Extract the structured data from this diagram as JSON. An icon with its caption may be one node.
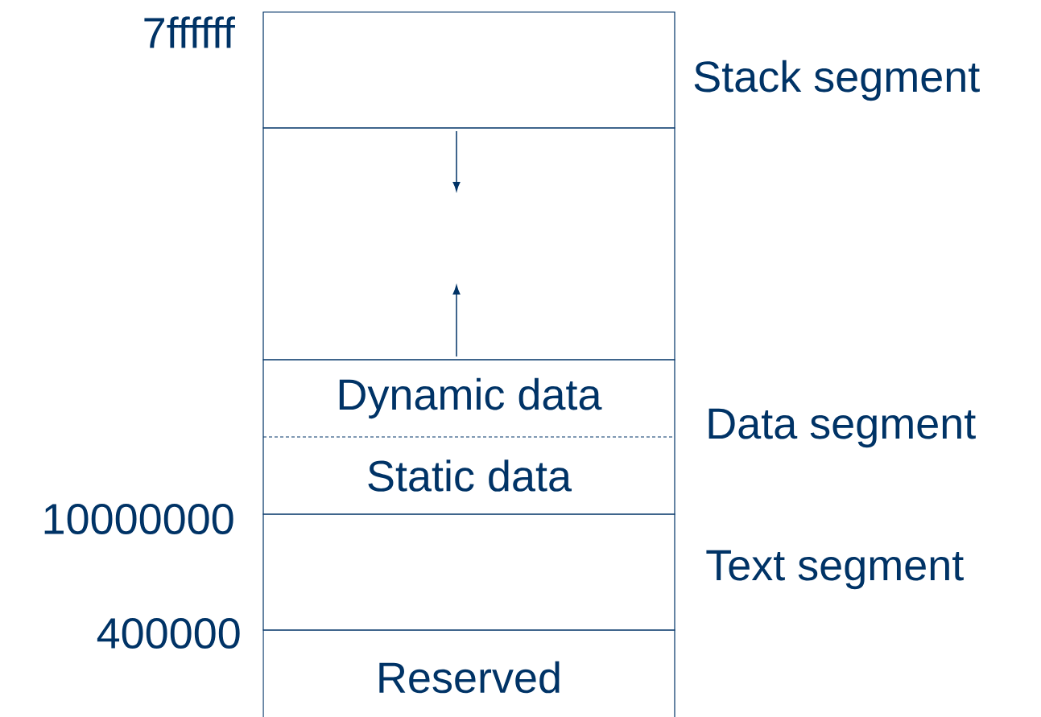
{
  "diagram": {
    "nodes": [
      {
        "text": [],
        "shape": "box",
        "beside": [
          "Stack segment"
        ]
      },
      {
        "text": [],
        "shape": "box"
      },
      {
        "text": [],
        "shape": "box",
        "beside": [
          "Data segment"
        ]
      },
      {
        "text": [
          "Dynamic data"
        ],
        "in": 2
      },
      {
        "text": [
          "Static data"
        ],
        "in": 2
      },
      {
        "text": [],
        "shape": "box",
        "beside": [
          "Text segment"
        ]
      },
      {
        "text": [
          "Reserved"
        ]
      }
    ],
    "labels": [
      "7ffffff",
      "10000000",
      "400000"
    ]
  }
}
